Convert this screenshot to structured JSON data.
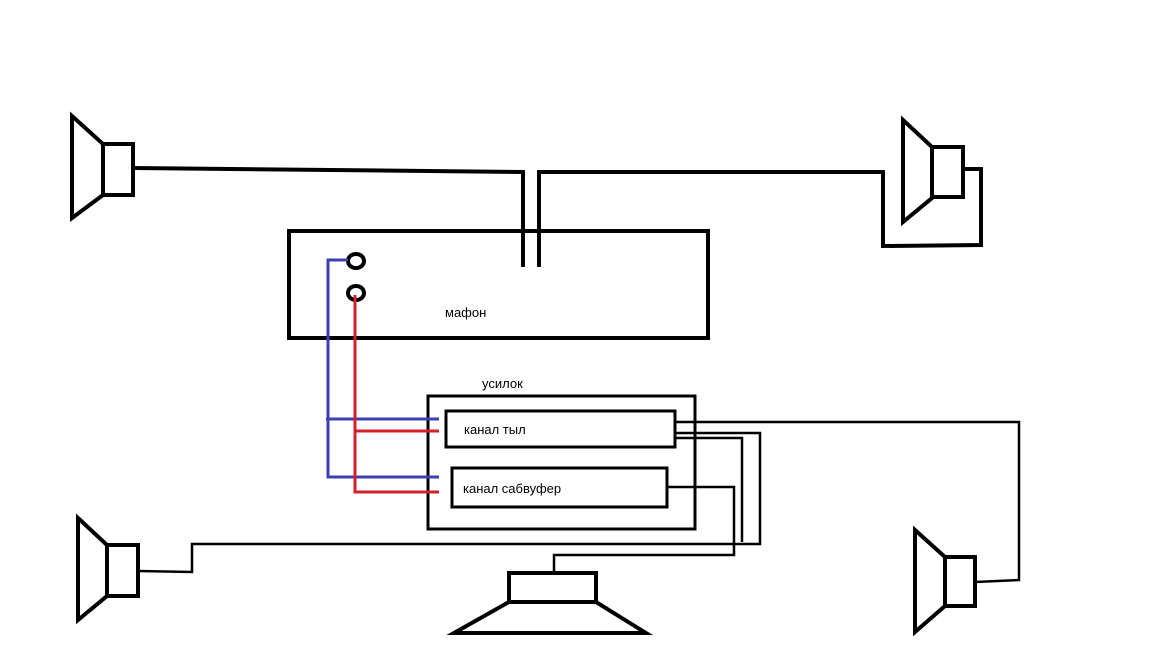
{
  "labels": {
    "head_unit": "мафон",
    "amplifier": "усилок",
    "rear_channel": "канал тыл",
    "sub_channel": "канал сабвуфер"
  },
  "colors": {
    "wire": "#000000",
    "left_rca": "#3b3fb0",
    "right_rca": "#d4202a"
  },
  "icons": [
    "speaker-icon",
    "subwoofer-icon",
    "rca-jack-icon"
  ]
}
